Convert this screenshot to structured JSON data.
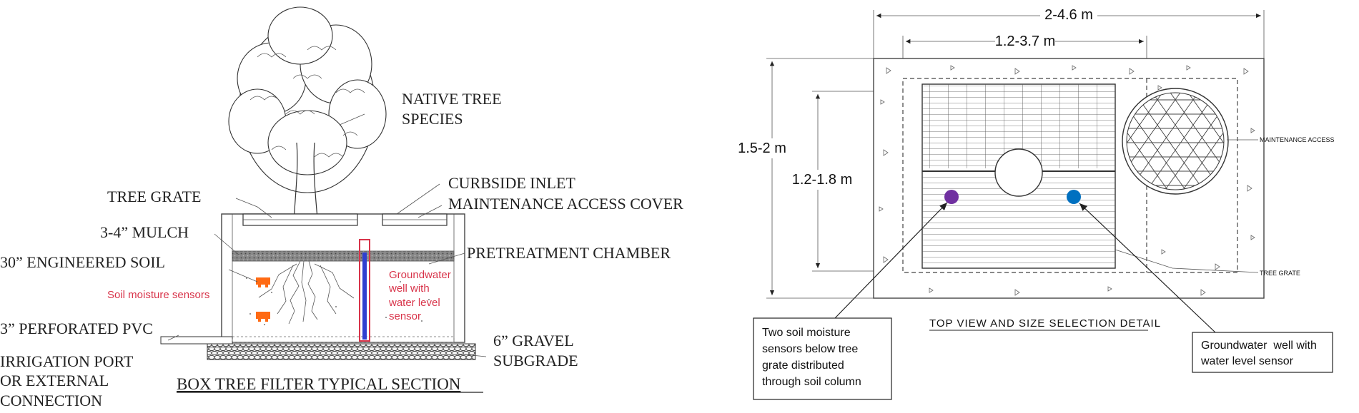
{
  "section": {
    "title": "BOX TREE FILTER TYPICAL SECTION",
    "labels": {
      "native_tree_1": "NATIVE TREE",
      "native_tree_2": "SPECIES",
      "tree_grate": "TREE GRATE",
      "curbside_inlet": "CURBSIDE INLET",
      "maint_cover": "MAINTENANCE ACCESS COVER",
      "mulch": "3-4” MULCH",
      "soil": "30” ENGINEERED SOIL",
      "pretreatment": "PRETREATMENT CHAMBER",
      "pvc": "3” PERFORATED PVC",
      "irrigation_1": "IRRIGATION PORT",
      "irrigation_2": "OR EXTERNAL",
      "irrigation_3": "CONNECTION",
      "gravel_1": "6” GRAVEL",
      "gravel_2": "SUBGRADE"
    },
    "sensor_labels": {
      "soil_moisture": "Soil moisture sensors",
      "well_1": "Groundwater",
      "well_2": "well with",
      "well_3": "water level",
      "well_4": "sensor"
    }
  },
  "top_view": {
    "title": "TOP VIEW AND SIZE SELECTION DETAIL",
    "dims": {
      "outer_width": "2-4.6 m",
      "inner_width": "1.2-3.7 m",
      "outer_height": "1.5-2 m",
      "inner_height": "1.2-1.8 m"
    },
    "labels": {
      "maintenance_access": "MAINTENANCE ACCESS",
      "tree_grate": "TREE GRATE"
    },
    "callouts": {
      "soil_1": "Two soil moisture",
      "soil_2": "sensors below tree",
      "soil_3": "grate distributed",
      "soil_4": "through soil column",
      "well_1": "Groundwater  well with",
      "well_2": "water level sensor"
    },
    "colors": {
      "soil_sensor": "#7030a0",
      "well_sensor": "#0070c0"
    }
  },
  "colors": {
    "sensor_orange": "#ff6a13",
    "well_blue": "#2f3fd0",
    "well_outline": "#d8344a",
    "annotation_red": "#d8344a"
  }
}
